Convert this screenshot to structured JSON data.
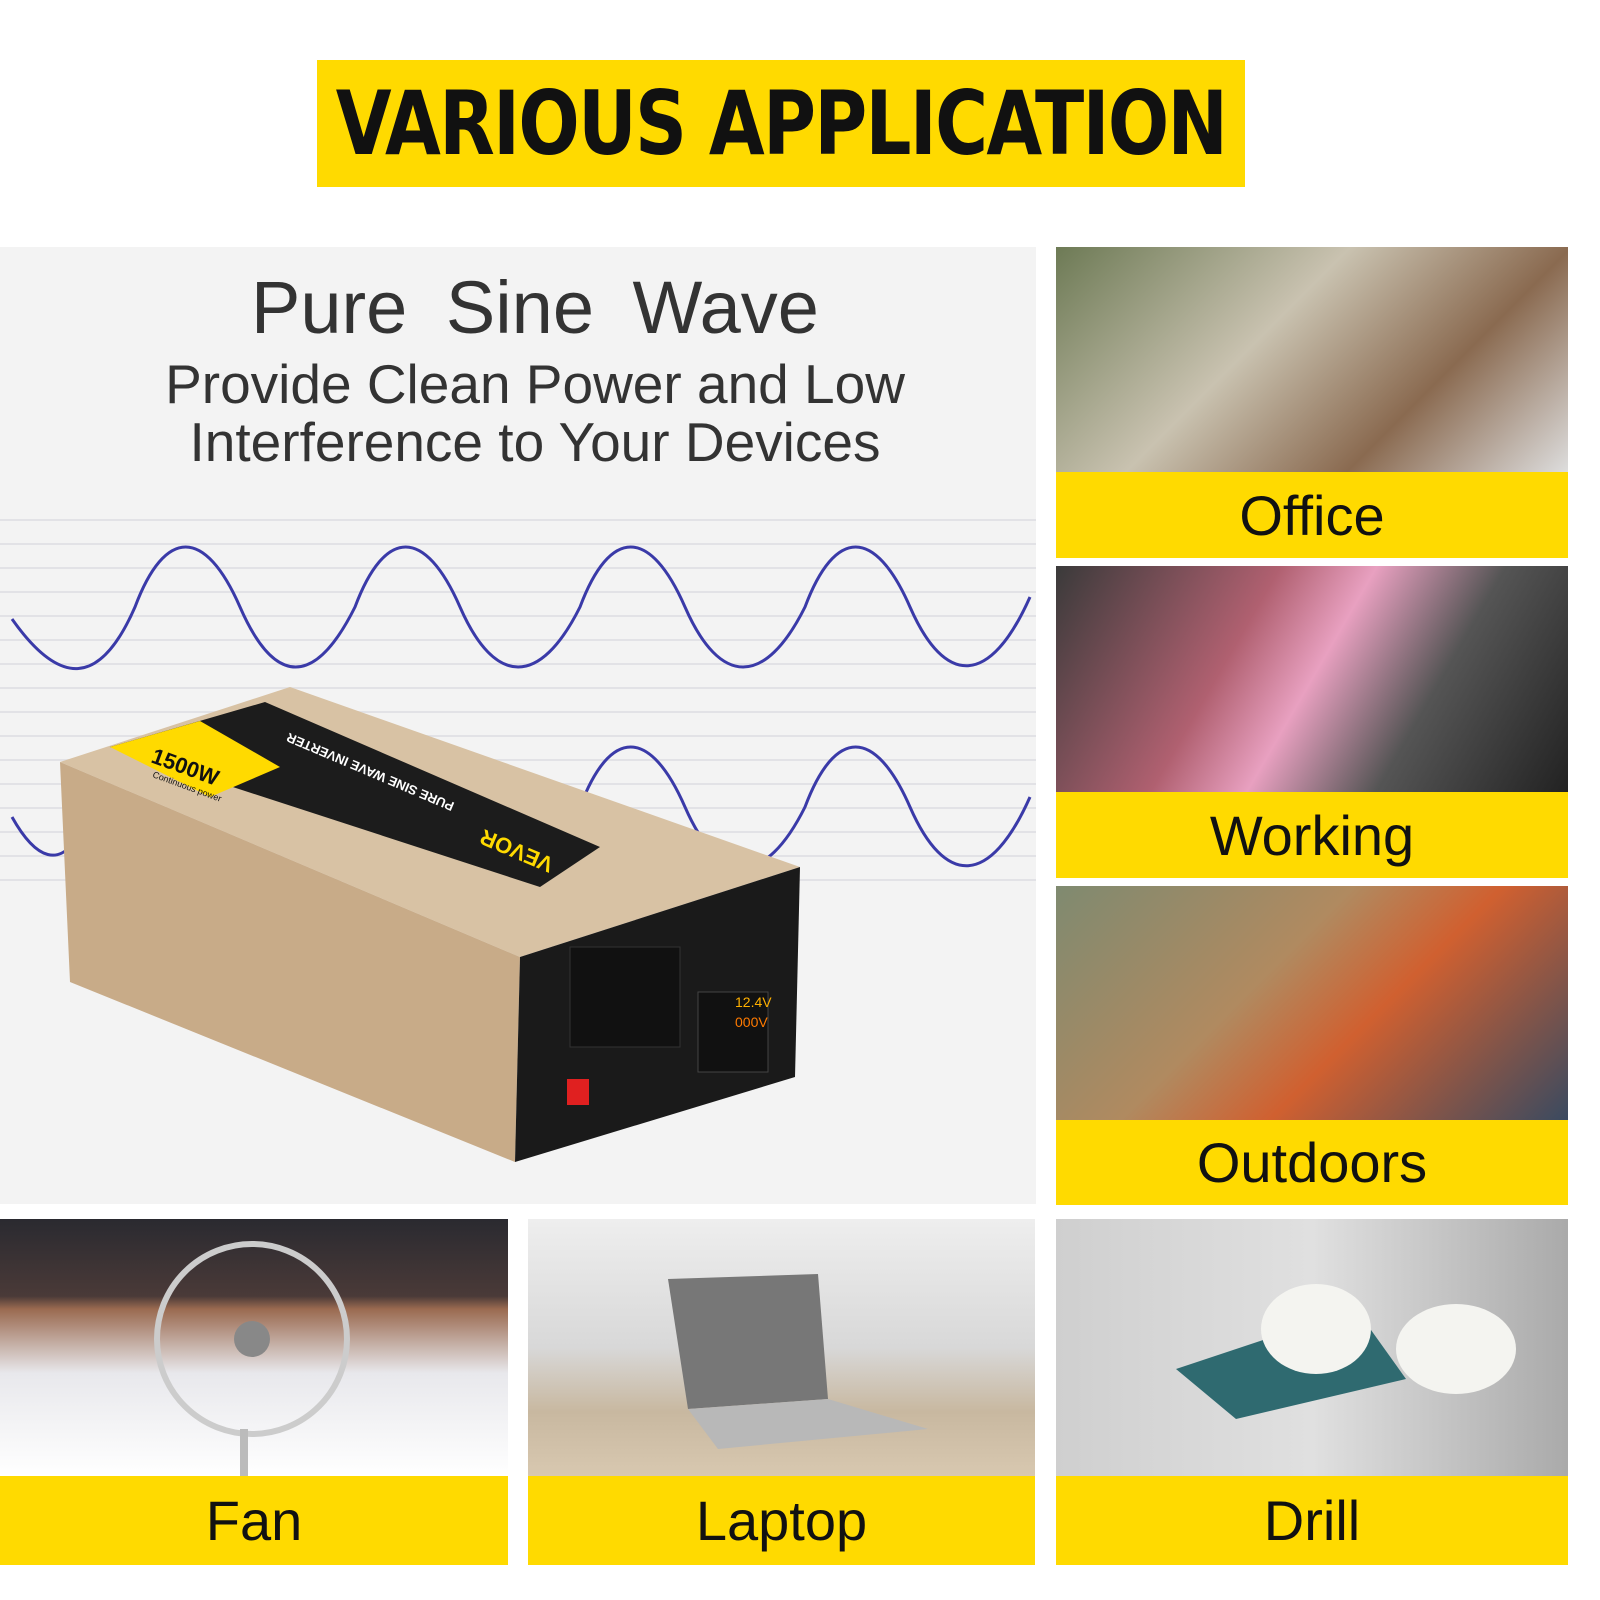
{
  "title": "VARIOUS APPLICATION",
  "hero": {
    "heading": "Pure Sine Wave",
    "subheading_line1": "Provide Clean Power and Low",
    "subheading_line2": "Interference to Your Devices",
    "product_lettering": {
      "brand": "VEVOR",
      "model_text": "PURE SINE WAVE INVERTER",
      "power": "1500W",
      "power_note": "Continuous power",
      "display_voltage_in": "12.4V",
      "display_voltage_out": "000V"
    }
  },
  "applications": [
    {
      "label": "Office"
    },
    {
      "label": "Working"
    },
    {
      "label": "Outdoors"
    },
    {
      "label": "Fan"
    },
    {
      "label": "Laptop"
    },
    {
      "label": "Drill"
    }
  ],
  "colors": {
    "accent_yellow": "#FFDA00",
    "wave_blue": "#3a3aa8",
    "inverter_gold": "#c9b090"
  }
}
